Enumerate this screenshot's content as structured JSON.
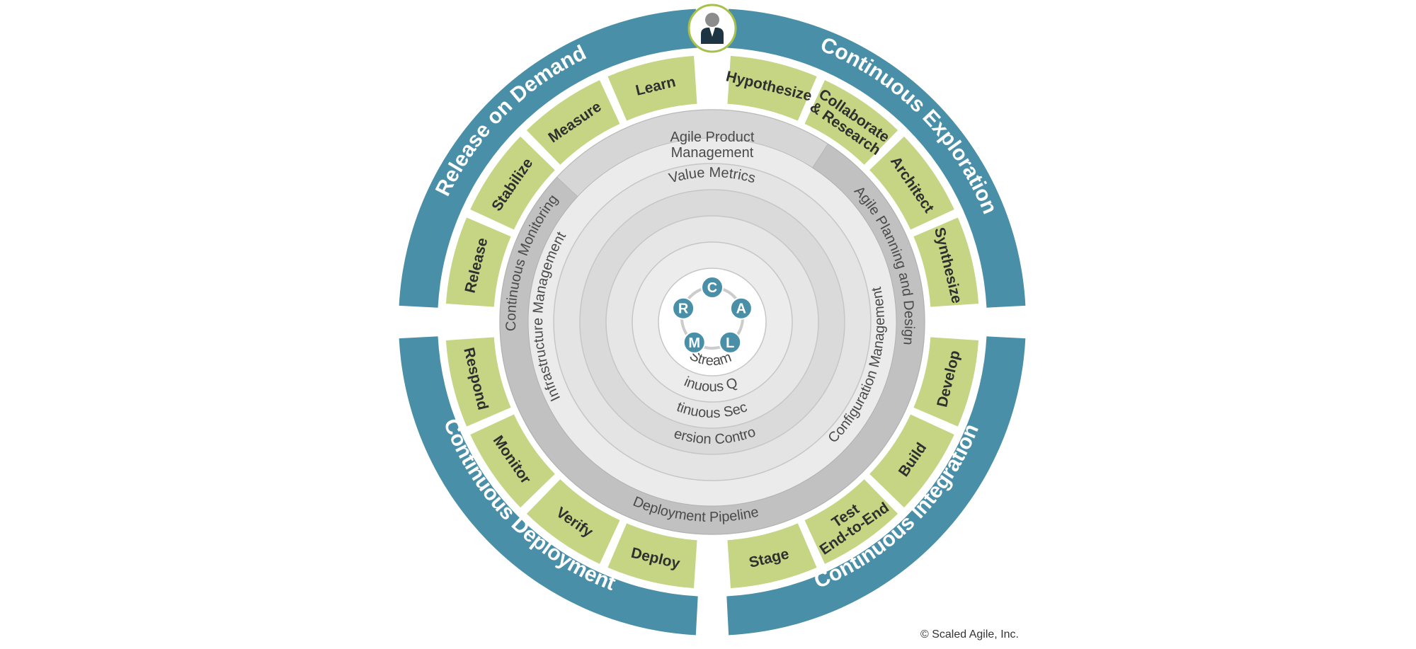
{
  "quadrants": [
    {
      "label": "Continuous Exploration",
      "color": "#4a8fa8"
    },
    {
      "label": "Continuous Integration",
      "color": "#4a8fa8"
    },
    {
      "label": "Continuous Deployment",
      "color": "#4a8fa8"
    },
    {
      "label": "Release on Demand",
      "color": "#4a8fa8"
    }
  ],
  "segments": [
    {
      "lines": [
        "Hypothesize"
      ]
    },
    {
      "lines": [
        "Collaborate",
        "& Research"
      ]
    },
    {
      "lines": [
        "Architect"
      ]
    },
    {
      "lines": [
        "Synthesize"
      ]
    },
    {
      "lines": [
        "Develop"
      ]
    },
    {
      "lines": [
        "Build"
      ]
    },
    {
      "lines": [
        "Test",
        "End-to-End"
      ]
    },
    {
      "lines": [
        "Stage"
      ]
    },
    {
      "lines": [
        "Deploy"
      ]
    },
    {
      "lines": [
        "Verify"
      ]
    },
    {
      "lines": [
        "Monitor"
      ]
    },
    {
      "lines": [
        "Respond"
      ]
    },
    {
      "lines": [
        "Release"
      ]
    },
    {
      "lines": [
        "Stabilize"
      ]
    },
    {
      "lines": [
        "Measure"
      ]
    },
    {
      "lines": [
        "Learn"
      ]
    }
  ],
  "segment_color": "#c5d584",
  "rings": {
    "agile_product_management": [
      "Agile Product",
      "Management"
    ],
    "agile_planning_and_design": "Agile Planning and Design",
    "configuration_management": "Configuration Management",
    "deployment_pipeline": "Deployment Pipeline",
    "continuous_monitoring": "Continuous Monitoring",
    "infrastructure_management": "Infrastructure Management",
    "value_metrics": "Value Metrics",
    "version_control": "Version Control",
    "continuous_security": "Continuous Security",
    "continuous_quality": "Continuous Quality",
    "value_stream_mgmt": "Value Stream Mgmt."
  },
  "calms": [
    "C",
    "A",
    "L",
    "M",
    "R"
  ],
  "calms_color": "#4a8fa8",
  "person_icon": "person-icon",
  "copyright": "© Scaled Agile, Inc."
}
